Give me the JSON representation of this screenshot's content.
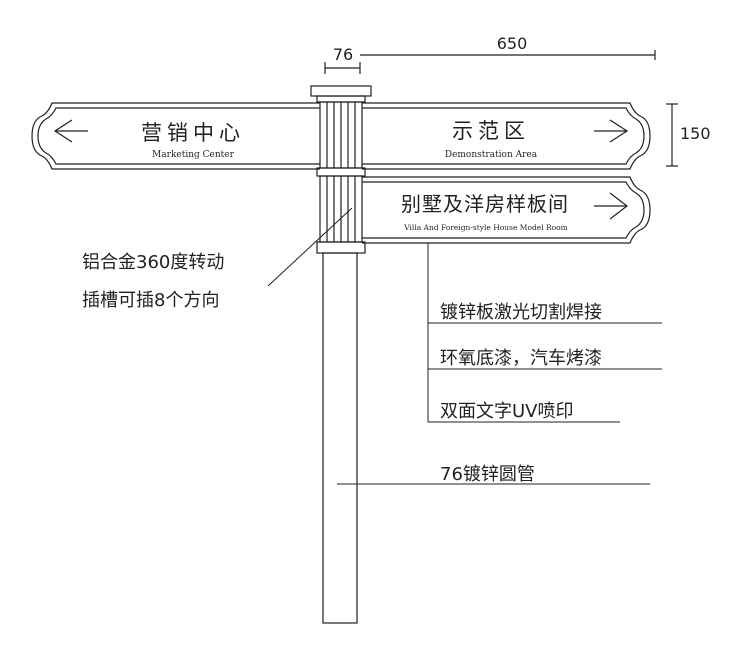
{
  "dimensions": {
    "post_diameter": "76",
    "arm_length": "650",
    "sign_height": "150"
  },
  "signs": {
    "left": {
      "cn": "营销中心",
      "en": "Marketing Center"
    },
    "right": {
      "cn": "示范区",
      "en": "Demonstration Area"
    },
    "lower": {
      "cn": "别墅及洋房样板间",
      "en": "Villa And Foreign-style House Model Room"
    }
  },
  "annotations": {
    "rotate_line1": "铝合金360度转动",
    "rotate_line2": "插槽可插8个方向",
    "material": "镀锌板激光切割焊接",
    "paint": "环氧底漆，汽车烤漆",
    "print": "双面文字UV喷印",
    "pipe": "76镀锌圆管"
  },
  "icons": {
    "left_arrow": "arrow-left-icon",
    "right_arrow": "arrow-right-icon"
  },
  "colors": {
    "line": "#231f20",
    "background": "#ffffff"
  }
}
